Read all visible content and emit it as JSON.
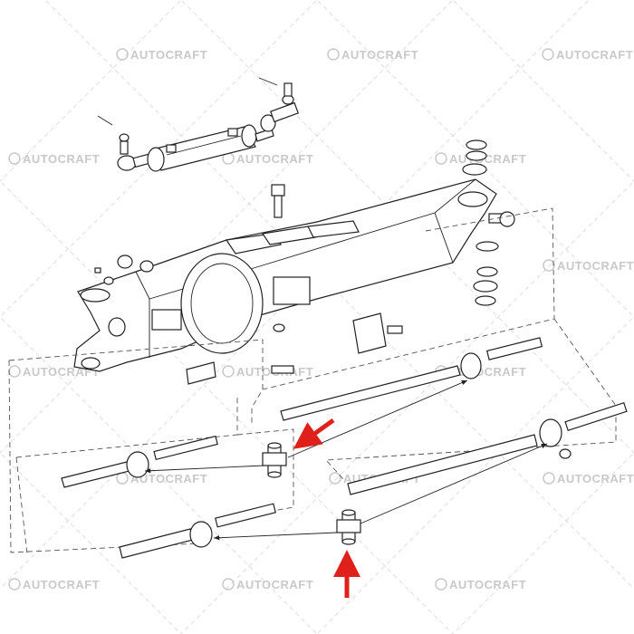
{
  "watermark": {
    "text": "AUTOCRAFT"
  },
  "colors": {
    "line": "#222222",
    "arrow": "#e0201b",
    "watermark": "#c9c9c9"
  },
  "callouts": [
    {
      "name": "cross-joint-upper",
      "highlight": "arrow-upper"
    },
    {
      "name": "cross-joint-lower",
      "highlight": "arrow-lower"
    }
  ]
}
